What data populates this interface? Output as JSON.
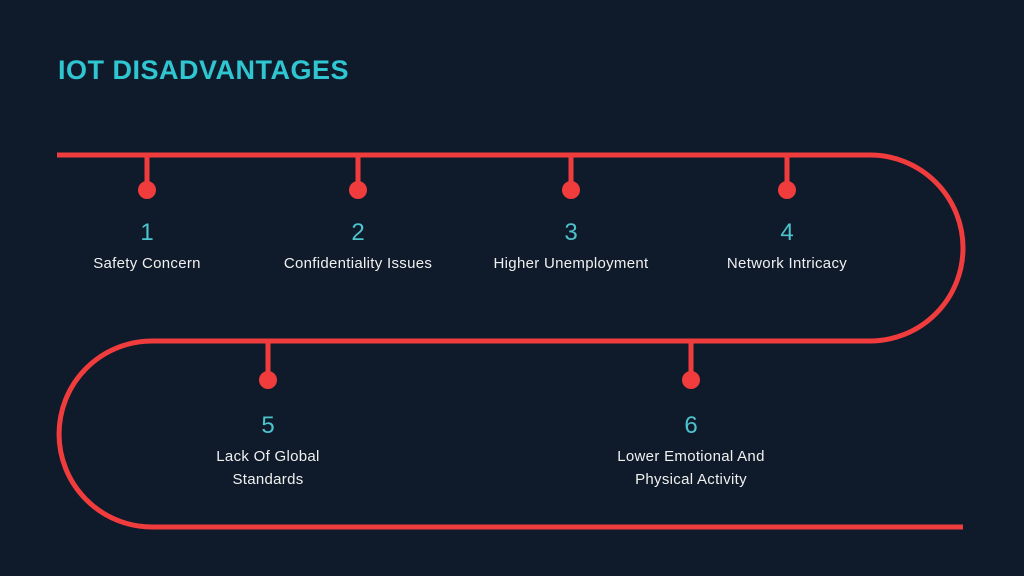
{
  "header": {
    "title": "IOT DISADVANTAGES"
  },
  "timeline": {
    "shape": "snake-path with rounded u-turns, markers hang below lines as pin-dots",
    "items": [
      {
        "number": "1",
        "label": "Safety Concern"
      },
      {
        "number": "2",
        "label": "Confidentiality Issues"
      },
      {
        "number": "3",
        "label": "Higher Unemployment"
      },
      {
        "number": "4",
        "label": "Network Intricacy"
      },
      {
        "number": "5",
        "label": "Lack Of Global Standards"
      },
      {
        "number": "6",
        "label": "Lower Emotional And Physical Activity"
      }
    ]
  },
  "colors": {
    "background": "#0f1b2a",
    "line_red": "#f13c3d",
    "title_teal": "#2fc6d2",
    "number_teal": "#4cc3cd",
    "label_white": "#f1f0f0"
  }
}
